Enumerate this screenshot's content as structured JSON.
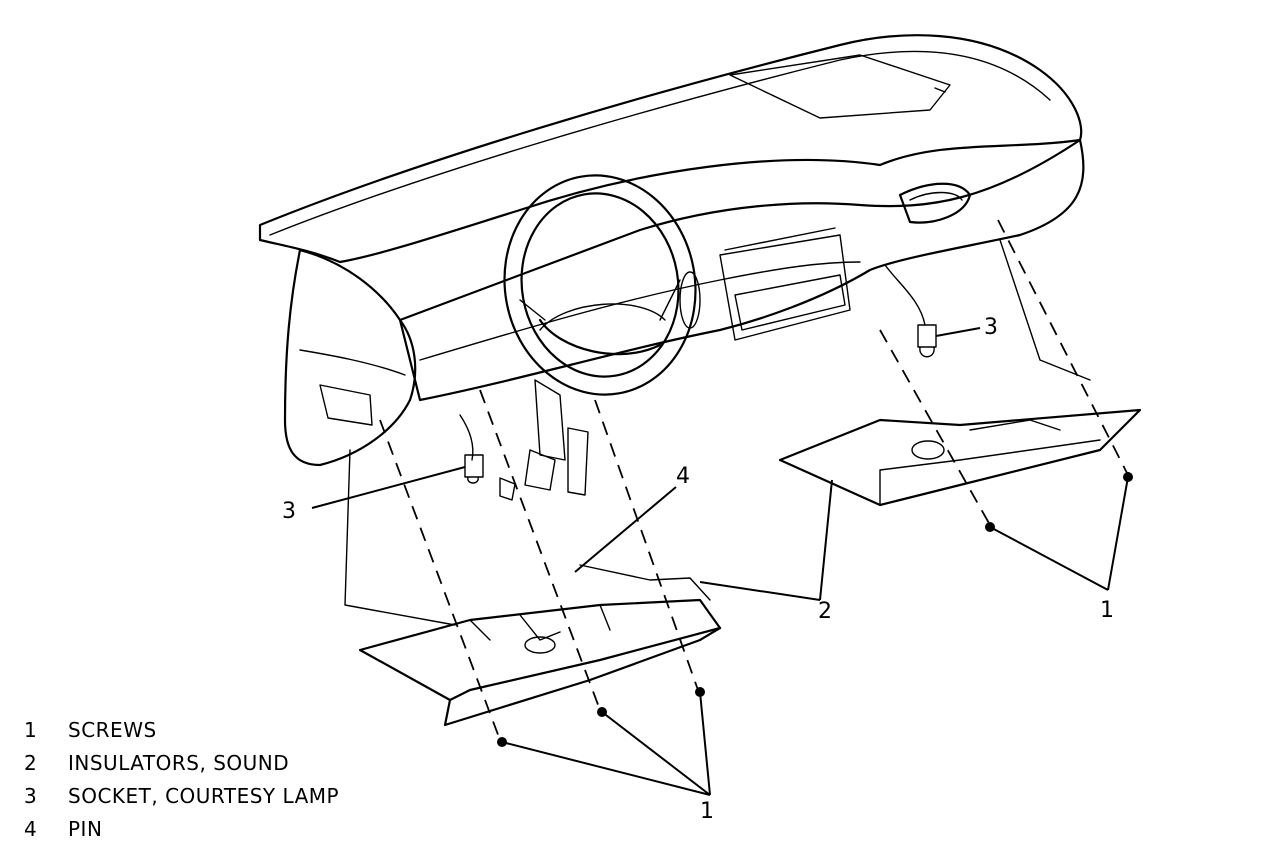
{
  "callouts": {
    "screws_right": "1",
    "screws_bottom": "1",
    "insulator": "2",
    "lamp_left": "3",
    "lamp_right": "3",
    "pin": "4"
  },
  "legend": [
    {
      "number": "1",
      "text": "SCREWS"
    },
    {
      "number": "2",
      "text": "INSULATORS, SOUND"
    },
    {
      "number": "3",
      "text": "SOCKET, COURTESY LAMP"
    },
    {
      "number": "4",
      "text": "PIN"
    }
  ]
}
